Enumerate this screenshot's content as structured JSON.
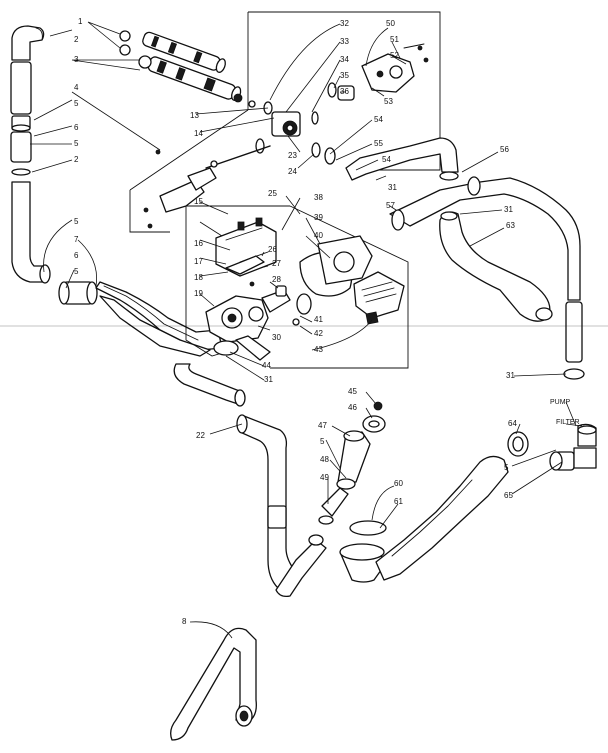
{
  "diagram": {
    "part_numbers": {
      "p1": "1",
      "p2": "2",
      "p3": "3",
      "p4": "4",
      "p5": "5",
      "p6": "6",
      "p7": "7",
      "p8": "8",
      "p13": "13",
      "p14": "14",
      "p15": "15",
      "p16": "16",
      "p17": "17",
      "p18": "18",
      "p19": "19",
      "p22": "22",
      "p23": "23",
      "p24": "24",
      "p25": "25",
      "p26": "26",
      "p27": "27",
      "p28": "28",
      "p30": "30",
      "p31": "31",
      "p32": "32",
      "p33": "33",
      "p34": "34",
      "p35": "35",
      "p36": "36",
      "p38": "38",
      "p39": "39",
      "p40": "40",
      "p41": "41",
      "p42": "42",
      "p43": "43",
      "p44": "44",
      "p45": "45",
      "p46": "46",
      "p47": "47",
      "p48": "48",
      "p49": "49",
      "p50": "50",
      "p51": "51",
      "p52": "52",
      "p53": "53",
      "p54": "54",
      "p55": "55",
      "p56": "56",
      "p57": "57",
      "p60": "60",
      "p61": "61",
      "p63": "63",
      "p64": "64",
      "p65": "65"
    },
    "text_labels": {
      "pump": "PUMP",
      "filter": "FILTER"
    }
  }
}
